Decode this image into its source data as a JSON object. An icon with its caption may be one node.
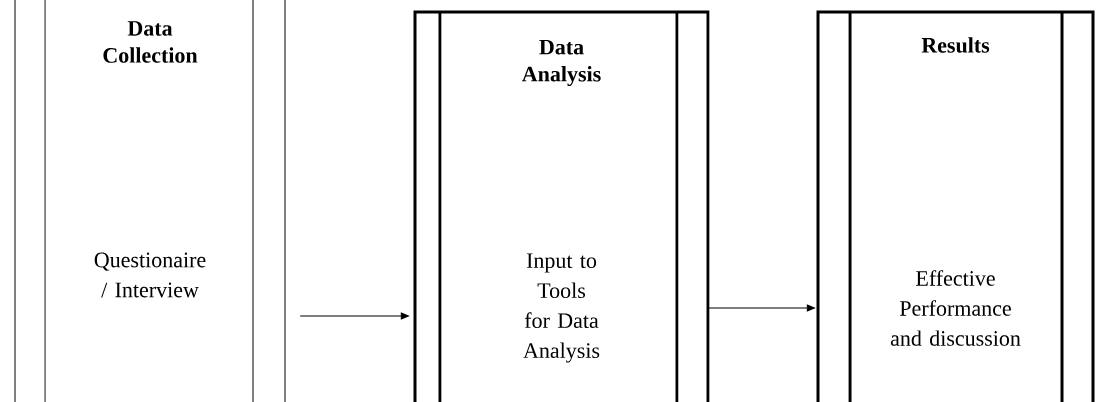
{
  "diagram": {
    "nodes": [
      {
        "text": [
          "Data Collection",
          "Questionaire / Interview"
        ]
      },
      {
        "text": [
          "Data Analysis",
          "Input to Tools for Data Analysis"
        ]
      },
      {
        "text": [
          "Results",
          "Effective Performance and discussion"
        ]
      }
    ],
    "edges": [
      {
        "from": 0,
        "to": 1,
        "arrow": "to"
      },
      {
        "from": 1,
        "to": 2,
        "arrow": "to"
      }
    ]
  }
}
